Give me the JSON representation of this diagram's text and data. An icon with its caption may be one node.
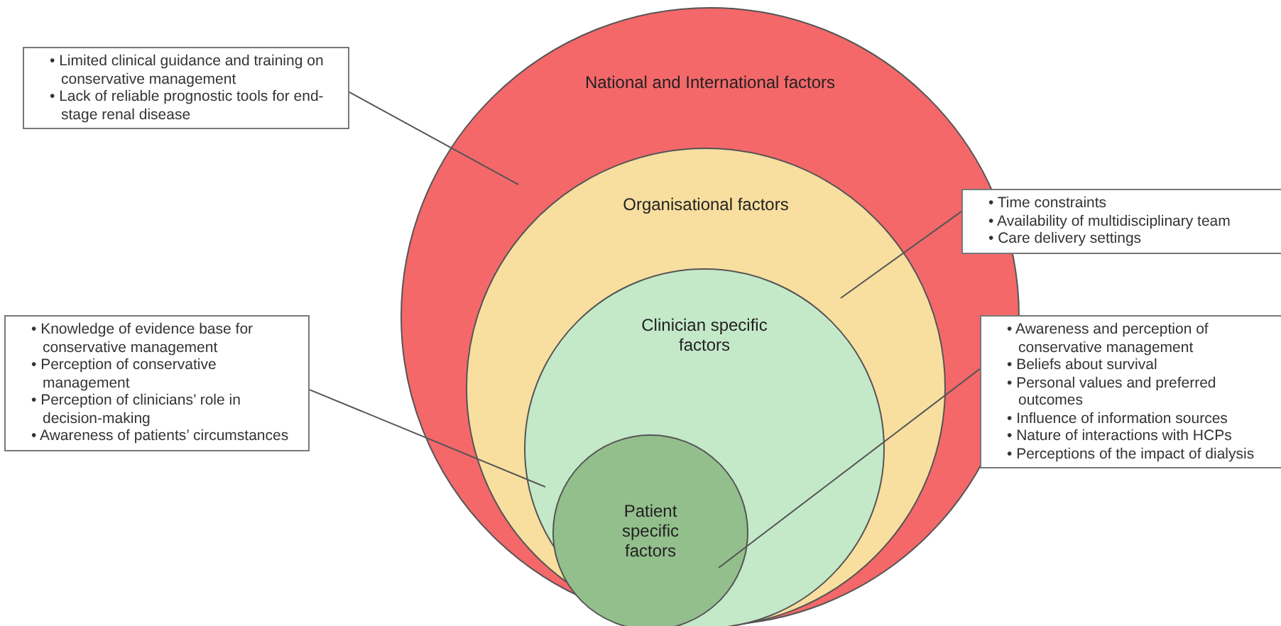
{
  "diagram": {
    "nodes": [
      {
        "text": [
          "National and International factors"
        ]
      },
      {
        "text": [
          "Organisational factors"
        ],
        "in": 0
      },
      {
        "text": [
          "Clinician specific factors"
        ],
        "in": 1
      },
      {
        "text": [
          "Patient specific factors"
        ],
        "in": 2
      },
      {
        "text": [
          "• Limited clinical guidance and training on conservative management",
          "• Lack of reliable prognostic tools for end-stage renal disease"
        ]
      },
      {
        "text": [
          "• Time constraints",
          "• Availability of multidisciplinary team",
          "• Care delivery settings"
        ]
      },
      {
        "text": [
          "• Knowledge of evidence base for conservative management",
          "• Perception of conservative management",
          "• Perception of clinicians’ role in decision-making",
          "• Awareness of patients’ circumstances"
        ]
      },
      {
        "text": [
          "• Awareness and perception of conservative management",
          "• Beliefs about survival",
          "• Personal values and preferred outcomes",
          "• Influence of information sources",
          "• Nature of interactions with HCPs",
          "• Perceptions of the impact of dialysis"
        ]
      }
    ],
    "edges": [
      {
        "from": 4,
        "to": 0,
        "arrow": "none"
      },
      {
        "from": 5,
        "to": 1,
        "arrow": "none"
      },
      {
        "from": 6,
        "to": 2,
        "arrow": "none"
      },
      {
        "from": 7,
        "to": 3,
        "arrow": "none"
      }
    ]
  }
}
